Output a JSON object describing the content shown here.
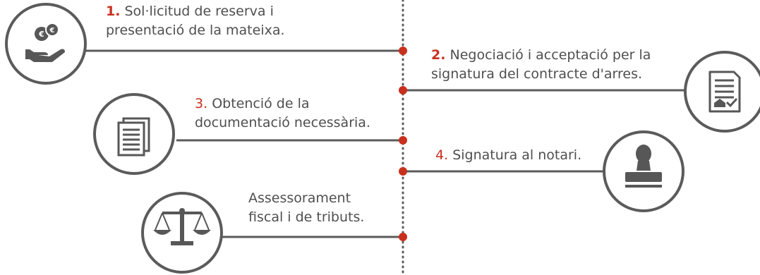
{
  "colors": {
    "line": "#5b5b5b",
    "dot": "#c8301e",
    "text": "#4f4f4f",
    "accent": "#c8301e",
    "icon": "#575757"
  },
  "steps": [
    {
      "number": "1.",
      "line1": "Sol·licitud de reserva i",
      "line2": "presentació de la mateixa.",
      "icon": "hand-coins-icon"
    },
    {
      "number": "2.",
      "line1": "Negociació i acceptació per la",
      "line2": "signatura del contracte d'arres.",
      "icon": "contract-document-icon"
    },
    {
      "number": "3.",
      "line1": "Obtenció de la",
      "line2": "documentació necessària.",
      "icon": "documents-icon"
    },
    {
      "number": "4.",
      "line1": "Signatura al notari.",
      "line2": "",
      "icon": "stamp-icon"
    },
    {
      "number": "",
      "line1": "Assessorament",
      "line2": "fiscal i de tributs.",
      "icon": "balance-scale-icon"
    }
  ]
}
